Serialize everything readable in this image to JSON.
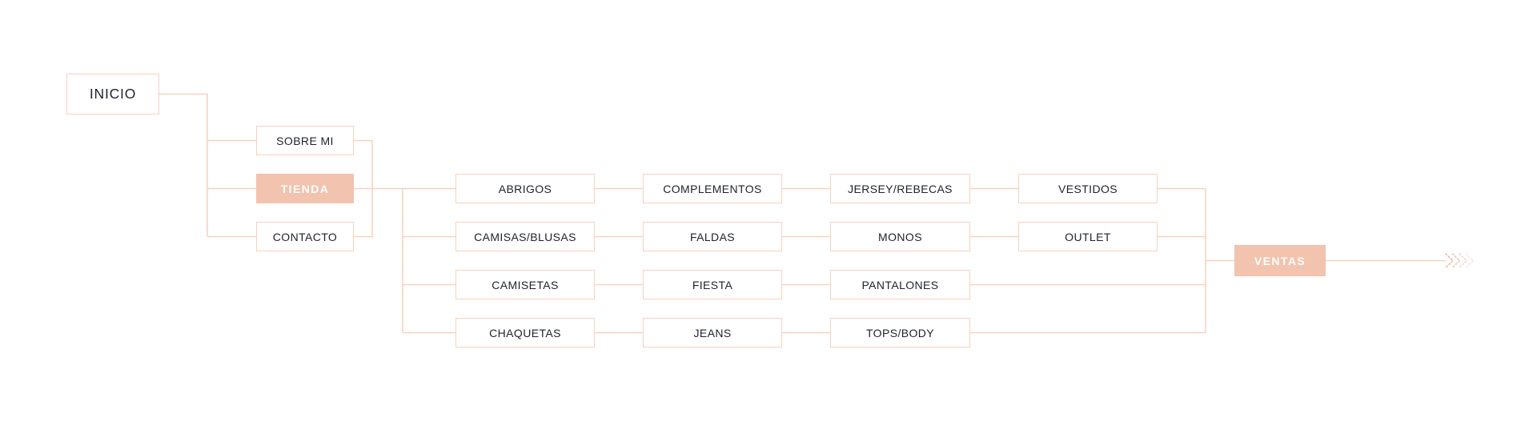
{
  "palette": {
    "accent": "#F2C3AE",
    "line": "#F8D1BE",
    "ink": "#1E2230",
    "bg": "#FFFFFF"
  },
  "nodes": {
    "inicio": "INICIO",
    "sobre_mi": "SOBRE MI",
    "tienda": "TIENDA",
    "contacto": "CONTACTO",
    "abrigos": "ABRIGOS",
    "camisas_blusas": "CAMISAS/BLUSAS",
    "camisetas": "CAMISETAS",
    "chaquetas": "CHAQUETAS",
    "complementos": "COMPLEMENTOS",
    "faldas": "FALDAS",
    "fiesta": "FIESTA",
    "jeans": "JEANS",
    "jersey_rebecas": "JERSEY/REBECAS",
    "monos": "MONOS",
    "pantalones": "PANTALONES",
    "tops_body": "TOPS/BODY",
    "vestidos": "VESTIDOS",
    "outlet": "OUTLET",
    "ventas": "VENTAS"
  },
  "highlighted_nodes": [
    "TIENDA",
    "VENTAS"
  ],
  "structure": {
    "root": "INICIO",
    "children_of_root": [
      "SOBRE MI",
      "TIENDA",
      "CONTACTO"
    ],
    "tienda_rows": [
      [
        "ABRIGOS",
        "COMPLEMENTOS",
        "JERSEY/REBECAS",
        "VESTIDOS"
      ],
      [
        "CAMISAS/BLUSAS",
        "FALDAS",
        "MONOS",
        "OUTLET"
      ],
      [
        "CAMISETAS",
        "FIESTA",
        "PANTALONES"
      ],
      [
        "CHAQUETAS",
        "JEANS",
        "TOPS/BODY"
      ]
    ],
    "merge_target": "VENTAS",
    "arrow": "chevrons-right"
  }
}
